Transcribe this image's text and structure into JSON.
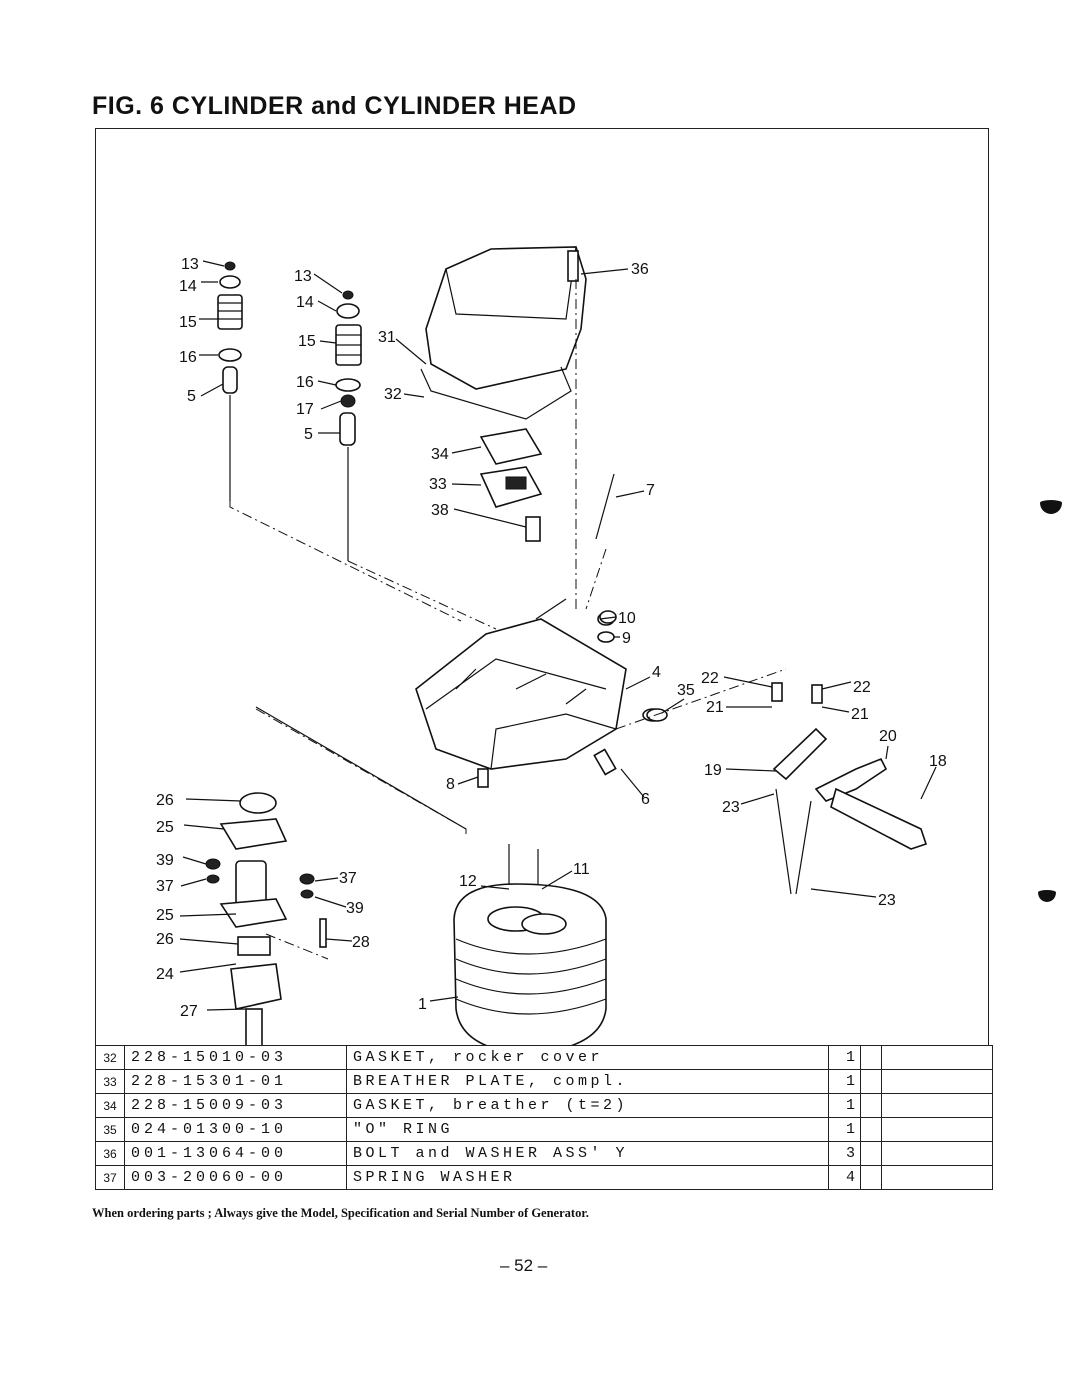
{
  "title": "FIG. 6 CYLINDER and CYLINDER HEAD",
  "callouts": {
    "c13a": "13",
    "c14a": "14",
    "c15a": "15",
    "c16a": "16",
    "c5a": "5",
    "c13b": "13",
    "c14b": "14",
    "c15b": "15",
    "c16b": "16",
    "c17": "17",
    "c5b": "5",
    "c31": "31",
    "c32": "32",
    "c36": "36",
    "c34": "34",
    "c33": "33",
    "c38": "38",
    "c7": "7",
    "c10": "10",
    "c9": "9",
    "c4": "4",
    "c35": "35",
    "c8": "8",
    "c6": "6",
    "c22a": "22",
    "c22b": "22",
    "c21a": "21",
    "c21b": "21",
    "c20": "20",
    "c18": "18",
    "c19": "19",
    "c23a": "23",
    "c23b": "23",
    "c26a": "26",
    "c25a": "25",
    "c39a": "39",
    "c37a": "37",
    "c25b": "25",
    "c26b": "26",
    "c24": "24",
    "c27": "27",
    "c37b": "37",
    "c39b": "39",
    "c28": "28",
    "c12": "12",
    "c11": "11",
    "c1": "1"
  },
  "parts_table": {
    "rows": [
      {
        "no": "32",
        "part_no": "228-15010-03",
        "description": "GASKET, rocker cover",
        "qty": "1"
      },
      {
        "no": "33",
        "part_no": "228-15301-01",
        "description": "BREATHER PLATE, compl.",
        "qty": "1"
      },
      {
        "no": "34",
        "part_no": "228-15009-03",
        "description": "GASKET, breather (t=2)",
        "qty": "1"
      },
      {
        "no": "35",
        "part_no": "024-01300-10",
        "description": "\"O\" RING",
        "qty": "1"
      },
      {
        "no": "36",
        "part_no": "001-13064-00",
        "description": "BOLT and WASHER ASS' Y",
        "qty": "3"
      },
      {
        "no": "37",
        "part_no": "003-20060-00",
        "description": "SPRING WASHER",
        "qty": "4"
      }
    ]
  },
  "footnote": "When ordering parts ; Always give the Model, Specification and Serial Number of Generator.",
  "page_number": "– 52 –"
}
